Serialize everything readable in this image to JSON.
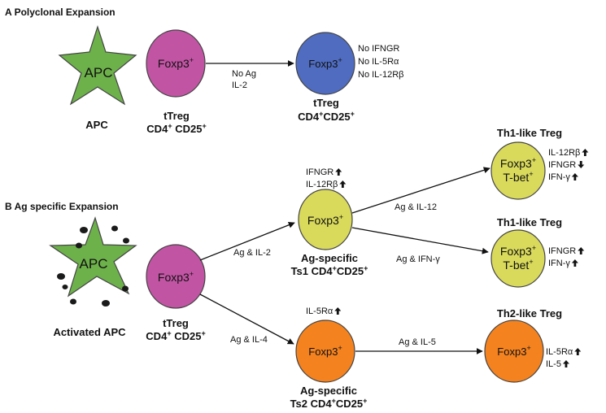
{
  "sections": {
    "a": {
      "letter": "A",
      "title": "Polyclonal Expansion"
    },
    "b": {
      "letter": "B",
      "title": "Ag specific Expansion"
    }
  },
  "colors": {
    "apc": "#6db14a",
    "ttreg": "#c254a4",
    "tregExpanded": "#4f6cc0",
    "ts1": "#d9da5b",
    "ts2": "#f4821f"
  },
  "nodes": {
    "apcA": {
      "label": "APC",
      "caption": "APC"
    },
    "ttregA": {
      "label": "Foxp3",
      "sup": "+",
      "title": "tTreg",
      "caption": "CD4",
      "captionSup1": "+",
      "caption2": " CD25",
      "captionSup2": "+"
    },
    "tregA2": {
      "label": "Foxp3",
      "sup": "+",
      "title": "tTreg",
      "caption": "CD4",
      "captionSup1": "+",
      "caption2": "CD25",
      "captionSup2": "+"
    },
    "apcB": {
      "label": "APC",
      "caption": "Activated APC"
    },
    "ttregB": {
      "label": "Foxp3",
      "sup": "+",
      "title": "tTreg",
      "caption": "CD4",
      "captionSup1": "+",
      "caption2": " CD25",
      "captionSup2": "+"
    },
    "ts1": {
      "label": "Foxp3",
      "sup": "+",
      "title": "Ag-specific",
      "caption": "Ts1 CD4",
      "captionSup1": "+",
      "caption2": "CD25",
      "captionSup2": "+"
    },
    "ts2": {
      "label": "Foxp3",
      "sup": "+",
      "title": "Ag-specific",
      "caption": "Ts2 CD4",
      "captionSup1": "+",
      "caption2": "CD25",
      "captionSup2": "+"
    },
    "th1a": {
      "title": "Th1-like Treg",
      "line1": "Foxp3",
      "sup1": "+",
      "line2": "T-bet",
      "sup2": "+"
    },
    "th1b": {
      "title": "Th1-like Treg",
      "line1": "Foxp3",
      "sup1": "+",
      "line2": "T-bet",
      "sup2": "+"
    },
    "th2": {
      "title": "Th2-like Treg",
      "label": "Foxp3",
      "sup": "+"
    }
  },
  "edges": {
    "aNoAg": {
      "line1": "No Ag",
      "line2": "IL-2"
    },
    "bIL2": {
      "label": "Ag & IL-2"
    },
    "bIL4": {
      "label": "Ag  & IL-4"
    },
    "bIL12": {
      "label": "Ag & IL-12"
    },
    "bIFNg": {
      "label": "Ag & IFN-γ"
    },
    "bIL5": {
      "label": "Ag & IL-5"
    }
  },
  "markers": {
    "tregA2": [
      "No IFNGR",
      "No IL-5Rα",
      "No IL-12Rβ"
    ],
    "ts1": [
      {
        "text": "IFNGR",
        "dir": "up"
      },
      {
        "text": "IL-12Rβ",
        "dir": "up"
      }
    ],
    "ts2": [
      {
        "text": "IL-5Rα",
        "dir": "up"
      }
    ],
    "th1a": [
      {
        "text": "IL-12Rβ",
        "dir": "up"
      },
      {
        "text": "IFNGR",
        "dir": "down"
      },
      {
        "text": "IFN-γ",
        "dir": "up"
      }
    ],
    "th1b": [
      {
        "text": "IFNGR",
        "dir": "up"
      },
      {
        "text": "IFN-γ",
        "dir": "up"
      }
    ],
    "th2": [
      {
        "text": "IL-5Rα",
        "dir": "up"
      },
      {
        "text": "IL-5 ",
        "dir": "up"
      }
    ]
  }
}
